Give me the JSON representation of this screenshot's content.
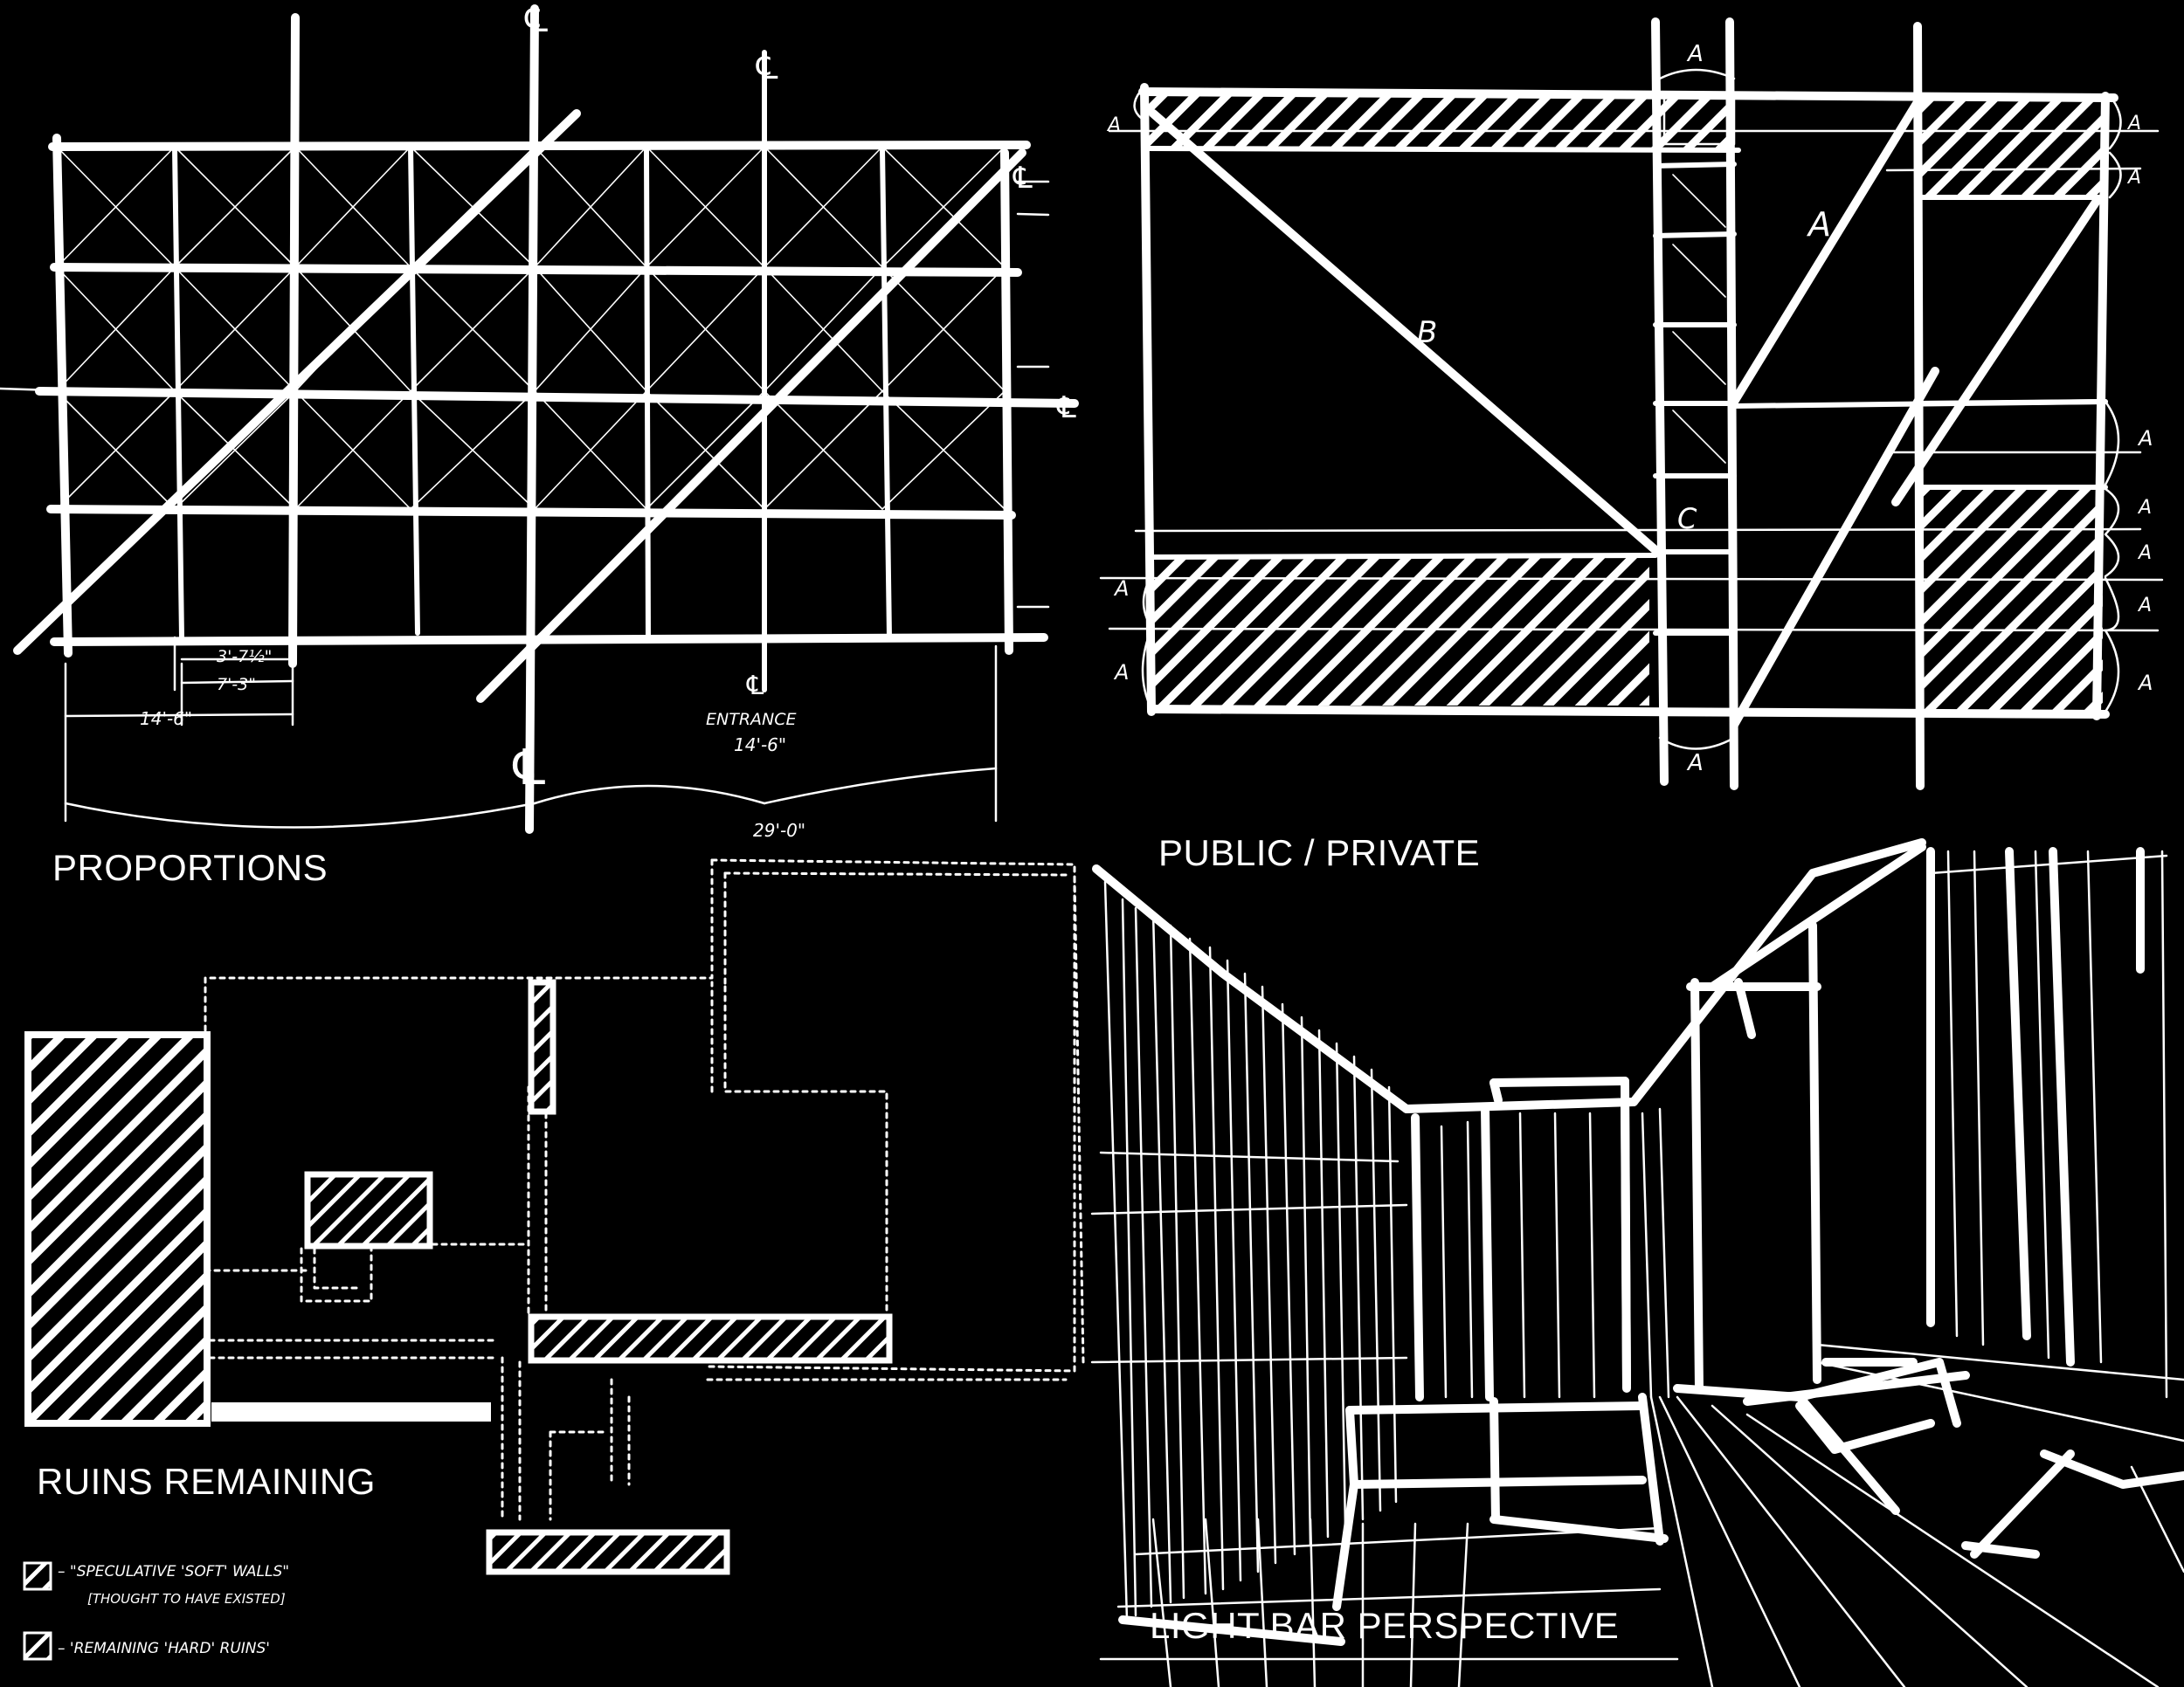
{
  "panels": {
    "proportions": {
      "title": "PROPORTIONS",
      "centerline_mark": "℄",
      "dim_small": "3'-7½\"",
      "dim_mid": "7'-3\"",
      "dim_bay": "14'-6\"",
      "entrance_label": "ENTRANCE",
      "entrance_dim": "14'-6\"",
      "overall_dim": "29'-0\""
    },
    "public_private": {
      "title": "PUBLIC / PRIVATE",
      "label_a": "A",
      "label_b": "B",
      "label_c": "C"
    },
    "ruins_remaining": {
      "title": "RUINS REMAINING",
      "legend": [
        {
          "text": "– \"SPECULATIVE 'SOFT' WALLS\"",
          "subtext": "[THOUGHT TO HAVE EXISTED]"
        },
        {
          "text": "– 'REMAINING 'HARD' RUINS'",
          "subtext": ""
        }
      ]
    },
    "light_bar": {
      "title": "LIGHT BAR PERSPECTIVE"
    }
  },
  "colors": {
    "background": "#000000",
    "ink": "#ffffff"
  }
}
